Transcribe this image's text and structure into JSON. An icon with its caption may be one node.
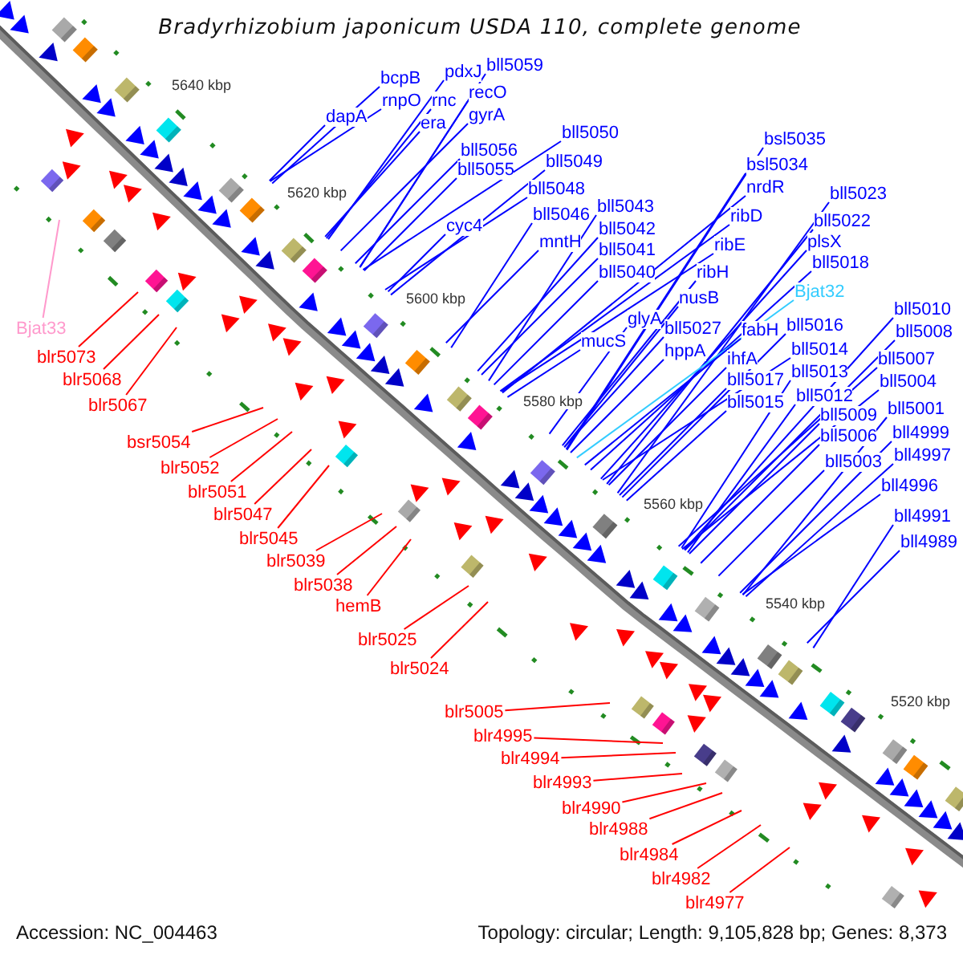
{
  "diagram": {
    "title": "Bradyrhizobium japonicum USDA 110, complete genome",
    "nodes": [
      {
        "text": [
          "bll5059"
        ]
      },
      {
        "text": [
          "pdxJ"
        ]
      },
      {
        "text": [
          "bcpB"
        ]
      },
      {
        "text": [
          "recO"
        ]
      },
      {
        "text": [
          "rnpO"
        ]
      },
      {
        "text": [
          "rnc"
        ]
      },
      {
        "text": [
          "gyrA"
        ]
      },
      {
        "text": [
          "dapA"
        ]
      },
      {
        "text": [
          "era"
        ]
      },
      {
        "text": [
          "bll5050"
        ]
      },
      {
        "text": [
          "bsl5035"
        ]
      },
      {
        "text": [
          "bll5056"
        ]
      },
      {
        "text": [
          "bll5049"
        ]
      },
      {
        "text": [
          "bsl5034"
        ]
      },
      {
        "text": [
          "bll5055"
        ]
      },
      {
        "text": [
          "nrdR"
        ]
      },
      {
        "text": [
          "bll5048"
        ]
      },
      {
        "text": [
          "bll5023"
        ]
      },
      {
        "text": [
          "bll5043"
        ]
      },
      {
        "text": [
          "bll5046"
        ]
      },
      {
        "text": [
          "ribD"
        ]
      },
      {
        "text": [
          "bll5022"
        ]
      },
      {
        "text": [
          "cyc4"
        ]
      },
      {
        "text": [
          "bll5042"
        ]
      },
      {
        "text": [
          "mntH"
        ]
      },
      {
        "text": [
          "plsX"
        ]
      },
      {
        "text": [
          "ribE"
        ]
      },
      {
        "text": [
          "bll5041"
        ]
      },
      {
        "text": [
          "bll5018"
        ]
      },
      {
        "text": [
          "bll5040"
        ]
      },
      {
        "text": [
          "ribH"
        ]
      },
      {
        "text": [
          "Bjat32"
        ]
      },
      {
        "text": [
          "nusB"
        ]
      },
      {
        "text": [
          "bll5010"
        ]
      },
      {
        "text": [
          "glyA"
        ]
      },
      {
        "text": [
          "bll5016"
        ]
      },
      {
        "text": [
          "Bjat33"
        ]
      },
      {
        "text": [
          "bll5027"
        ]
      },
      {
        "text": [
          "fabH"
        ]
      },
      {
        "text": [
          "bll5008"
        ]
      },
      {
        "text": [
          "mucS"
        ]
      },
      {
        "text": [
          "bll5014"
        ]
      },
      {
        "text": [
          "hppA"
        ]
      },
      {
        "text": [
          "blr5073"
        ]
      },
      {
        "text": [
          "ihfA"
        ]
      },
      {
        "text": [
          "bll5007"
        ]
      },
      {
        "text": [
          "bll5013"
        ]
      },
      {
        "text": [
          "blr5068"
        ]
      },
      {
        "text": [
          "bll5017"
        ]
      },
      {
        "text": [
          "bll5004"
        ]
      },
      {
        "text": [
          "bll5012"
        ]
      },
      {
        "text": [
          "bll5015"
        ]
      },
      {
        "text": [
          "blr5067"
        ]
      },
      {
        "text": [
          "bll5001"
        ]
      },
      {
        "text": [
          "bll5009"
        ]
      },
      {
        "text": [
          "bll4999"
        ]
      },
      {
        "text": [
          "bll5006"
        ]
      },
      {
        "text": [
          "bsr5054"
        ]
      },
      {
        "text": [
          "bll4997"
        ]
      },
      {
        "text": [
          "bll5003"
        ]
      },
      {
        "text": [
          "blr5052"
        ]
      },
      {
        "text": [
          "bll4996"
        ]
      },
      {
        "text": [
          "blr5051"
        ]
      },
      {
        "text": [
          "blr5047"
        ]
      },
      {
        "text": [
          "bll4991"
        ]
      },
      {
        "text": [
          "blr5045"
        ]
      },
      {
        "text": [
          "bll4989"
        ]
      },
      {
        "text": [
          "blr5039"
        ]
      },
      {
        "text": [
          "blr5038"
        ]
      },
      {
        "text": [
          "hemB"
        ]
      },
      {
        "text": [
          "blr5025"
        ]
      },
      {
        "text": [
          "blr5024"
        ]
      },
      {
        "text": [
          "blr5005"
        ]
      },
      {
        "text": [
          "blr4995"
        ]
      },
      {
        "text": [
          "blr4994"
        ]
      },
      {
        "text": [
          "blr4993"
        ]
      },
      {
        "text": [
          "blr4990"
        ]
      },
      {
        "text": [
          "blr4988"
        ]
      },
      {
        "text": [
          "blr4984"
        ]
      },
      {
        "text": [
          "blr4982"
        ]
      },
      {
        "text": [
          "blr4977"
        ]
      }
    ],
    "edges": [
      {
        "from": 0,
        "to": null,
        "arrow": "none"
      },
      {
        "from": 1,
        "to": null,
        "arrow": "none"
      },
      {
        "from": 2,
        "to": null,
        "arrow": "none"
      },
      {
        "from": 3,
        "to": null,
        "arrow": "none"
      },
      {
        "from": 4,
        "to": null,
        "arrow": "none"
      },
      {
        "from": 5,
        "to": null,
        "arrow": "none"
      },
      {
        "from": 6,
        "to": null,
        "arrow": "none"
      },
      {
        "from": 7,
        "to": null,
        "arrow": "none"
      },
      {
        "from": 8,
        "to": null,
        "arrow": "none"
      },
      {
        "from": 9,
        "to": null,
        "arrow": "none"
      },
      {
        "from": 10,
        "to": null,
        "arrow": "none"
      },
      {
        "from": 11,
        "to": null,
        "arrow": "none"
      },
      {
        "from": 12,
        "to": null,
        "arrow": "none"
      },
      {
        "from": 13,
        "to": null,
        "arrow": "none"
      },
      {
        "from": 14,
        "to": null,
        "arrow": "none"
      },
      {
        "from": 15,
        "to": null,
        "arrow": "none"
      },
      {
        "from": 16,
        "to": null,
        "arrow": "none"
      },
      {
        "from": 17,
        "to": null,
        "arrow": "none"
      },
      {
        "from": 18,
        "to": null,
        "arrow": "none"
      },
      {
        "from": 19,
        "to": null,
        "arrow": "none"
      },
      {
        "from": 20,
        "to": null,
        "arrow": "none"
      },
      {
        "from": 21,
        "to": null,
        "arrow": "none"
      },
      {
        "from": 22,
        "to": null,
        "arrow": "none"
      },
      {
        "from": 23,
        "to": null,
        "arrow": "none"
      },
      {
        "from": 24,
        "to": null,
        "arrow": "none"
      },
      {
        "from": 25,
        "to": null,
        "arrow": "none"
      },
      {
        "from": 26,
        "to": null,
        "arrow": "none"
      },
      {
        "from": 27,
        "to": null,
        "arrow": "none"
      },
      {
        "from": 28,
        "to": null,
        "arrow": "none"
      },
      {
        "from": 29,
        "to": null,
        "arrow": "none"
      },
      {
        "from": 30,
        "to": null,
        "arrow": "none"
      },
      {
        "from": 31,
        "to": null,
        "arrow": "none",
        "color": "#33ccff"
      },
      {
        "from": 32,
        "to": null,
        "arrow": "none"
      },
      {
        "from": 33,
        "to": null,
        "arrow": "none"
      },
      {
        "from": 34,
        "to": null,
        "arrow": "none"
      },
      {
        "from": 35,
        "to": null,
        "arrow": "none"
      },
      {
        "from": 36,
        "to": null,
        "arrow": "none",
        "color": "#ff99cc"
      },
      {
        "from": 37,
        "to": null,
        "arrow": "none"
      },
      {
        "from": 38,
        "to": null,
        "arrow": "none"
      },
      {
        "from": 39,
        "to": null,
        "arrow": "none"
      },
      {
        "from": 40,
        "to": null,
        "arrow": "none"
      },
      {
        "from": 41,
        "to": null,
        "arrow": "none"
      },
      {
        "from": 42,
        "to": null,
        "arrow": "none"
      },
      {
        "from": 43,
        "to": null,
        "arrow": "none",
        "color": "#ff0000"
      },
      {
        "from": 44,
        "to": null,
        "arrow": "none"
      },
      {
        "from": 45,
        "to": null,
        "arrow": "none"
      },
      {
        "from": 46,
        "to": null,
        "arrow": "none"
      },
      {
        "from": 47,
        "to": null,
        "arrow": "none",
        "color": "#ff0000"
      },
      {
        "from": 48,
        "to": null,
        "arrow": "none"
      },
      {
        "from": 49,
        "to": null,
        "arrow": "none"
      },
      {
        "from": 50,
        "to": null,
        "arrow": "none"
      },
      {
        "from": 51,
        "to": null,
        "arrow": "none"
      },
      {
        "from": 52,
        "to": null,
        "arrow": "none",
        "color": "#ff0000"
      },
      {
        "from": 53,
        "to": null,
        "arrow": "none"
      },
      {
        "from": 54,
        "to": null,
        "arrow": "none"
      },
      {
        "from": 55,
        "to": null,
        "arrow": "none"
      },
      {
        "from": 56,
        "to": null,
        "arrow": "none"
      },
      {
        "from": 57,
        "to": null,
        "arrow": "none",
        "color": "#ff0000"
      },
      {
        "from": 58,
        "to": null,
        "arrow": "none"
      },
      {
        "from": 59,
        "to": null,
        "arrow": "none"
      },
      {
        "from": 60,
        "to": null,
        "arrow": "none",
        "color": "#ff0000"
      },
      {
        "from": 61,
        "to": null,
        "arrow": "none"
      },
      {
        "from": 62,
        "to": null,
        "arrow": "none",
        "color": "#ff0000"
      },
      {
        "from": 63,
        "to": null,
        "arrow": "none",
        "color": "#ff0000"
      },
      {
        "from": 64,
        "to": null,
        "arrow": "none"
      },
      {
        "from": 65,
        "to": null,
        "arrow": "none",
        "color": "#ff0000"
      },
      {
        "from": 66,
        "to": null,
        "arrow": "none"
      },
      {
        "from": 67,
        "to": null,
        "arrow": "none",
        "color": "#ff0000"
      },
      {
        "from": 68,
        "to": null,
        "arrow": "none",
        "color": "#ff0000"
      },
      {
        "from": 69,
        "to": null,
        "arrow": "none",
        "color": "#ff0000"
      },
      {
        "from": 70,
        "to": null,
        "arrow": "none",
        "color": "#ff0000"
      },
      {
        "from": 71,
        "to": null,
        "arrow": "none",
        "color": "#ff0000"
      },
      {
        "from": 72,
        "to": null,
        "arrow": "none",
        "color": "#ff0000"
      },
      {
        "from": 73,
        "to": null,
        "arrow": "none",
        "color": "#ff0000"
      },
      {
        "from": 74,
        "to": null,
        "arrow": "none",
        "color": "#ff0000"
      },
      {
        "from": 75,
        "to": null,
        "arrow": "none",
        "color": "#ff0000"
      },
      {
        "from": 76,
        "to": null,
        "arrow": "none",
        "color": "#ff0000"
      },
      {
        "from": 77,
        "to": null,
        "arrow": "none",
        "color": "#ff0000"
      },
      {
        "from": 78,
        "to": null,
        "arrow": "none",
        "color": "#ff0000"
      },
      {
        "from": 79,
        "to": null,
        "arrow": "none",
        "color": "#ff0000"
      },
      {
        "from": 80,
        "to": null,
        "arrow": "none",
        "color": "#ff0000"
      }
    ],
    "labels": [
      "5640 kbp",
      "5620 kbp",
      "5600 kbp",
      "5580 kbp",
      "5560 kbp",
      "5540 kbp",
      "5520 kbp",
      "Accession: NC_004463",
      "Topology: circular; Length: 9,105,828 bp; Genes: 8,373"
    ]
  }
}
